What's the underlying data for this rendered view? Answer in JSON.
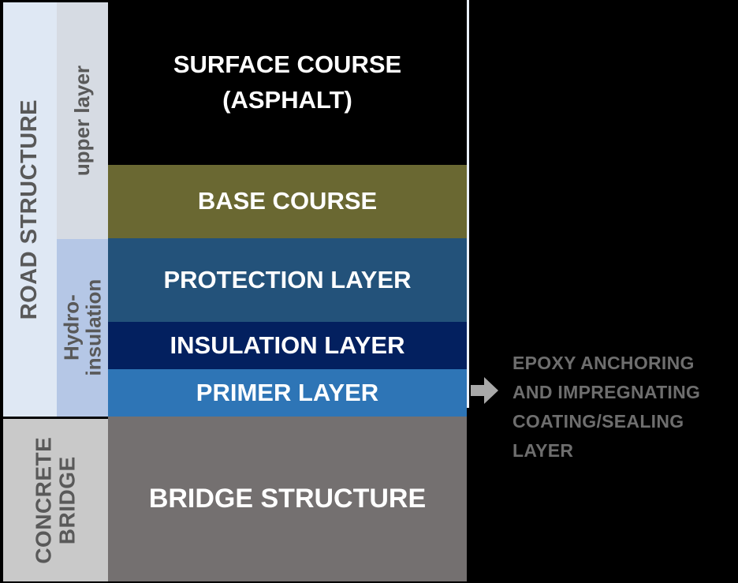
{
  "diagram": {
    "description": "Road structure layers on a concrete bridge",
    "groups": {
      "road_structure": {
        "label": "ROAD STRUCTURE",
        "bg": "#dfe8f4"
      },
      "upper_layer": {
        "label": "upper layer",
        "bg": "#d6dbe3"
      },
      "hydro_insulation": {
        "label": "Hydro-\ninsulation",
        "bg": "#b5c7e6"
      },
      "concrete_bridge": {
        "label": "CONCRETE\nBRIDGE",
        "bg": "#c9c9c9"
      }
    },
    "layers": [
      {
        "id": "surface-course",
        "label": "SURFACE COURSE\n(ASPHALT)",
        "color": "#000000"
      },
      {
        "id": "base-course",
        "label": "BASE COURSE",
        "color": "#6a6832"
      },
      {
        "id": "protection-layer",
        "label": "PROTECTION LAYER",
        "color": "#23527a"
      },
      {
        "id": "insulation-layer",
        "label": "INSULATION LAYER",
        "color": "#03205f"
      },
      {
        "id": "primer-layer",
        "label": "PRIMER LAYER",
        "color": "#2e75b6"
      },
      {
        "id": "bridge-structure",
        "label": "BRIDGE STRUCTURE",
        "color": "#747070"
      }
    ],
    "annotation": {
      "text": "EPOXY ANCHORING\nAND IMPREGNATING\nCOATING/SEALING\nLAYER",
      "text_color": "#6e6e6e",
      "arrow_icon": "right-arrow",
      "arrow_color": "#a9a9a9"
    },
    "colors": {
      "background": "#000000",
      "side_label_text": "#595959",
      "layer_label_text": "#ffffff",
      "edge_line": "#eaf0f8"
    }
  }
}
